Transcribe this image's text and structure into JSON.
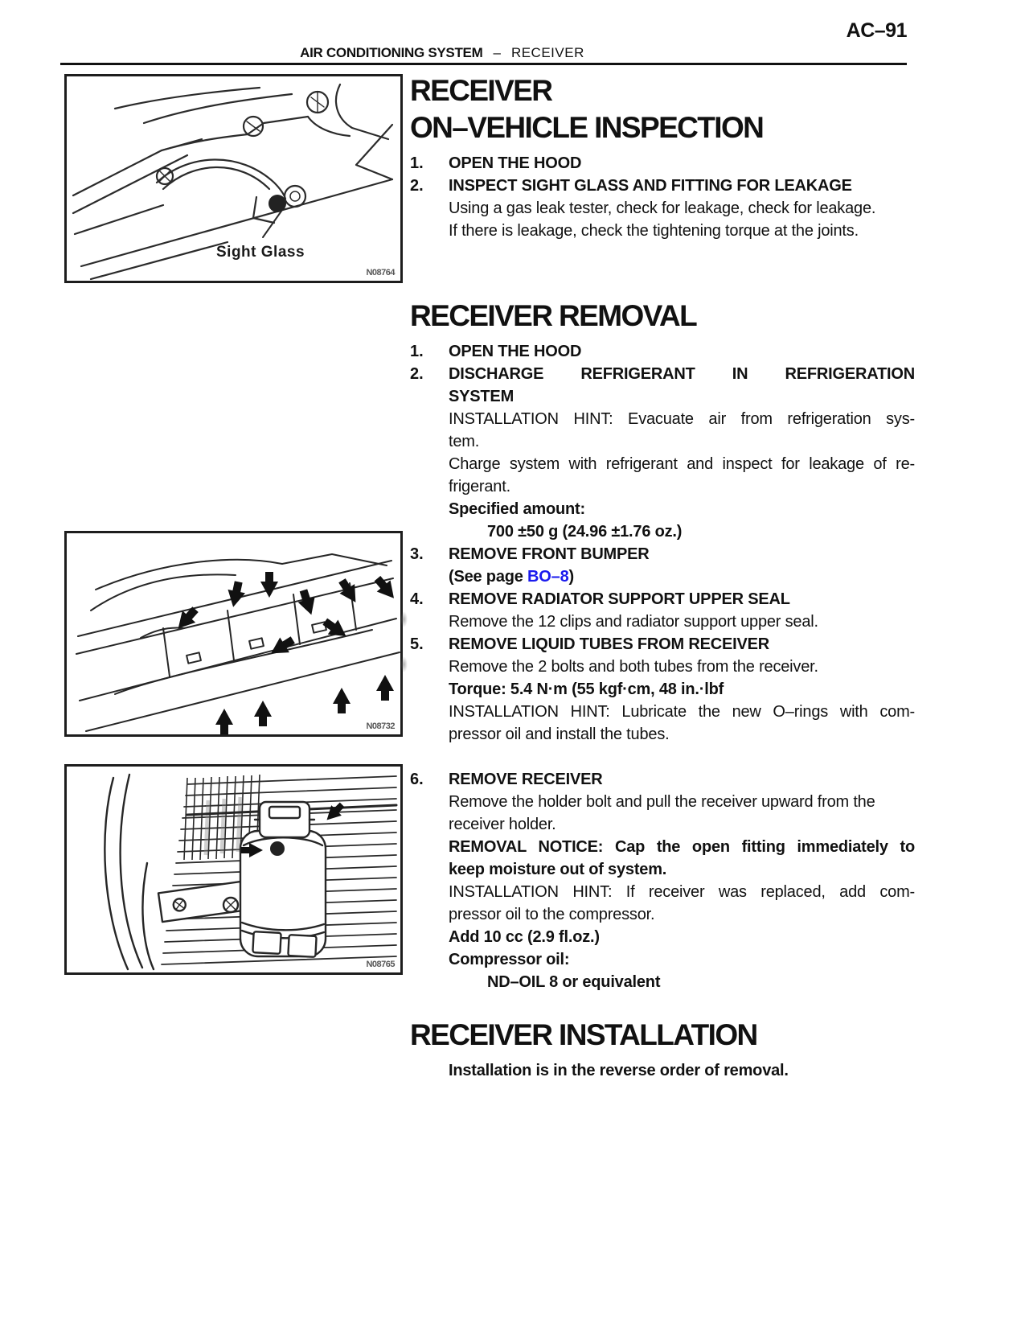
{
  "header": {
    "page_number": "AC–91",
    "section": "AIR CONDITIONING SYSTEM",
    "dash": "–",
    "subsection": "RECEIVER"
  },
  "figure1": {
    "label": "Sight Glass",
    "code": "N08764"
  },
  "figure2": {
    "code": "N08732"
  },
  "figure3": {
    "code": "N08765"
  },
  "inspection": {
    "title": "RECEIVER",
    "heading": "ON–VEHICLE INSPECTION",
    "step1_num": "1.",
    "step1": "OPEN THE HOOD",
    "step2_num": "2.",
    "step2": "INSPECT SIGHT GLASS AND FITTING FOR LEAKAGE",
    "step2_line1": "Using a gas leak tester, check for leakage, check for leakage.",
    "step2_line2": "If there is leakage, check the tightening torque at the joints."
  },
  "removal": {
    "heading": "RECEIVER REMOVAL",
    "step1_num": "1.",
    "step1": "OPEN THE HOOD",
    "step2_num": "2.",
    "step2_line1": "DISCHARGE REFRIGERANT IN REFRIGERATION",
    "step2_line2": "SYSTEM",
    "hint1_line1": "INSTALLATION HINT: Evacuate air from refrigeration sys-",
    "hint1_line2": "tem.",
    "charge_line1": "Charge system with refrigerant and inspect for leakage of re-",
    "charge_line2": "frigerant.",
    "spec_label": "Specified amount:",
    "spec_value": "700 ±50 g (24.96 ±1.76 oz.)",
    "step3_num": "3.",
    "step3": "REMOVE FRONT BUMPER",
    "see_page_prefix": "(See page ",
    "see_page_link": "BO–8",
    "see_page_suffix": ")",
    "step4_num": "4.",
    "step4": "REMOVE RADIATOR SUPPORT UPPER SEAL",
    "step4_body": "Remove the 12 clips and radiator support upper seal.",
    "step5_num": "5.",
    "step5": "REMOVE LIQUID TUBES FROM RECEIVER",
    "step5_body": "Remove the 2 bolts and both tubes from the receiver.",
    "torque": "Torque: 5.4 N·m (55 kgf·cm, 48 in.·lbf",
    "hint2_line1": "INSTALLATION HINT: Lubricate the new O–rings with com-",
    "hint2_line2": "pressor oil and install the tubes.",
    "step6_num": "6.",
    "step6": "REMOVE RECEIVER",
    "step6_line1": "Remove the holder bolt and pull the receiver upward from the",
    "step6_line2": "receiver holder.",
    "notice_line1": "REMOVAL NOTICE: Cap the open fitting immediately to",
    "notice_line2": "keep moisture out of system.",
    "hint3_line1": "INSTALLATION HINT: If receiver was replaced, add com-",
    "hint3_line2": "pressor oil to the compressor.",
    "add_oil": "Add 10 cc (2.9 fl.oz.)",
    "comp_oil_label": "Compressor oil:",
    "comp_oil_value": "ND–OIL 8 or equivalent"
  },
  "installation": {
    "heading": "RECEIVER INSTALLATION",
    "body": "Installation is in the reverse order of removal."
  },
  "colors": {
    "link_blue": "#1a1aee",
    "text": "#111111"
  }
}
